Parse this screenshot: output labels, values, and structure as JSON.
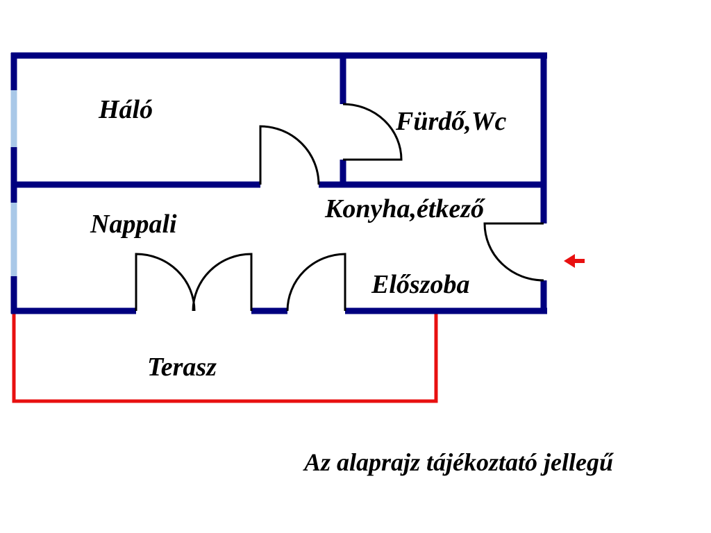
{
  "floorplan": {
    "rooms": {
      "halo": "Háló",
      "furdo": "Fürdő,Wc",
      "konyha": "Konyha,étkező",
      "nappali": "Nappali",
      "eloszoba": "Előszoba",
      "terasz": "Terasz"
    },
    "note": "Az alaprajz tájékoztató jellegű",
    "entrance_icon": "arrow-left-icon"
  },
  "colors": {
    "wall": "#00007f",
    "terrace": "#e81010",
    "window": "#a9c8e8",
    "arrow": "#e81010"
  }
}
